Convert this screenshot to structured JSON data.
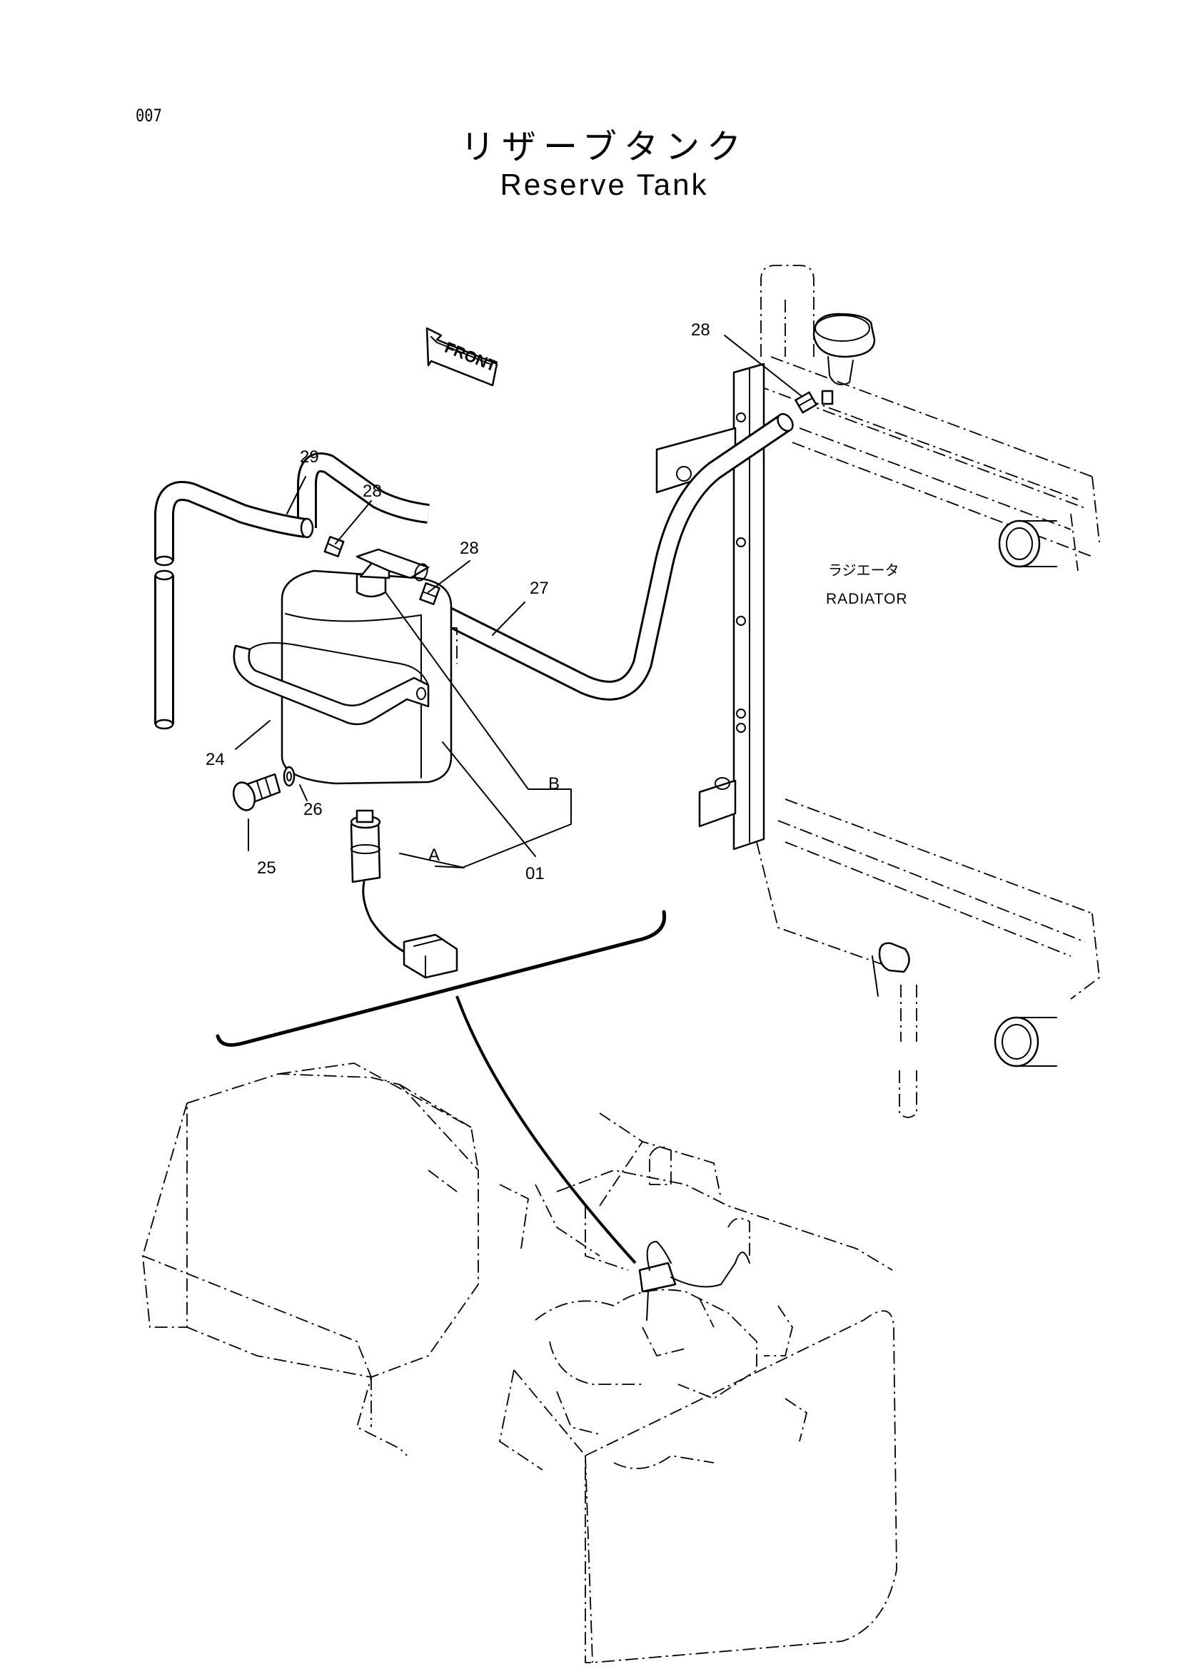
{
  "page": {
    "number": "007",
    "title_jp": "リザーブタンク",
    "title_en": "Reserve Tank"
  },
  "direction_marker": {
    "text": "FRONT"
  },
  "radiator": {
    "label_jp": "ラジエータ",
    "label_en": "RADIATOR"
  },
  "callouts": [
    {
      "id": "c28-top",
      "text": "28"
    },
    {
      "id": "c29",
      "text": "29"
    },
    {
      "id": "c28-left",
      "text": "28"
    },
    {
      "id": "c28-mid",
      "text": "28"
    },
    {
      "id": "c27",
      "text": "27"
    },
    {
      "id": "c24",
      "text": "24"
    },
    {
      "id": "c26",
      "text": "26"
    },
    {
      "id": "c25",
      "text": "25"
    },
    {
      "id": "cB",
      "text": "B"
    },
    {
      "id": "cA",
      "text": "A"
    },
    {
      "id": "c01",
      "text": "01"
    }
  ]
}
